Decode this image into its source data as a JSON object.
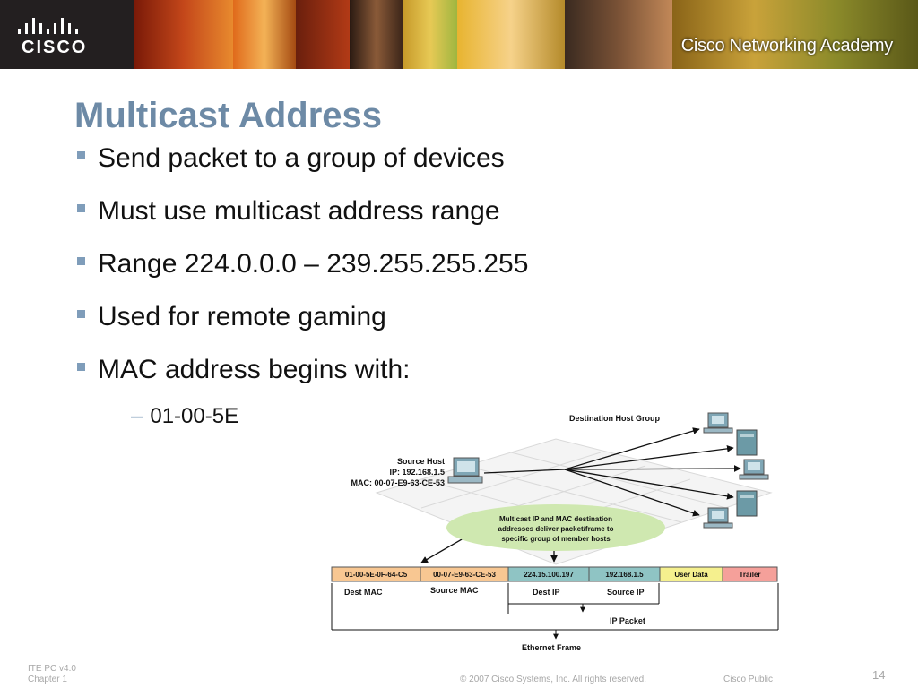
{
  "header": {
    "logo_text": "CISCO",
    "academy_text": "Cisco Networking Academy",
    "accent_color": "#6d8aa6"
  },
  "slide": {
    "title": "Multicast Address",
    "bullets": [
      "Send packet to a group of devices",
      "Must use multicast address range",
      "Range  224.0.0.0 – 239.255.255.255",
      "Used for remote gaming",
      "MAC address begins with:"
    ],
    "subbullet_dash": "–",
    "subbullet": "01-00-5E"
  },
  "diagram": {
    "dest_group_label": "Destination Host Group",
    "source_host_label": "Source Host",
    "source_ip_label": "IP: 192.168.1.5",
    "source_mac_label": "MAC: 00-07-E9-63-CE-53",
    "bubble_lines": [
      "Multicast IP and MAC destination",
      "addresses deliver packet/frame to",
      "specific group of member hosts"
    ],
    "frame_fields": [
      {
        "text": "01-00-5E-0F-64-C5",
        "color": "#f8c792"
      },
      {
        "text": "00-07-E9-63-CE-53",
        "color": "#f8c792"
      },
      {
        "text": "224.15.100.197",
        "color": "#8fc4c4"
      },
      {
        "text": "192.168.1.5",
        "color": "#8fc4c4"
      },
      {
        "text": "User Data",
        "color": "#f5f08e"
      },
      {
        "text": "Trailer",
        "color": "#f5a09a"
      }
    ],
    "dest_mac_label": "Dest MAC",
    "source_mac_field_label": "Source MAC",
    "dest_ip_label": "Dest IP",
    "source_ip_field_label": "Source IP",
    "ip_packet_label": "IP Packet",
    "ethernet_frame_label": "Ethernet Frame"
  },
  "footer": {
    "course": "ITE PC v4.0",
    "chapter": "Chapter 1",
    "copyright": "© 2007 Cisco Systems, Inc. All rights reserved.",
    "classification": "Cisco Public",
    "page_number": "14"
  }
}
